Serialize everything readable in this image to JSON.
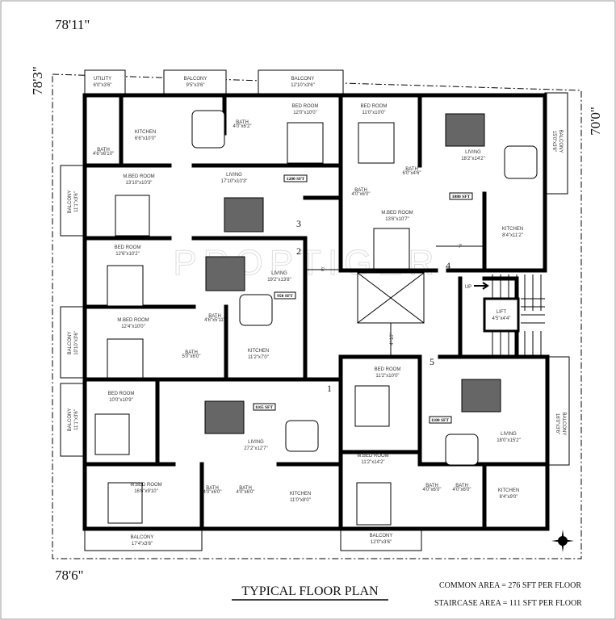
{
  "dimensions": {
    "top": "78'11\"",
    "left": "78'3\"",
    "right": "70'0\"",
    "bottom": "78'6\""
  },
  "watermark": "PROPTIGER",
  "title": "TYPICAL FLOOR PLAN",
  "notes": {
    "common_area": "COMMON AREA = 276 SFT PER FLOOR",
    "staircase_area": "STAIRCASE AREA = 111 SFT PER FLOOR"
  },
  "flat_a": {
    "area": "1200 SFT",
    "utility": {
      "name": "UTILITY",
      "size": "6'0\"x3'6\""
    },
    "balcony_top1": {
      "name": "BALCONY",
      "size": "9'5\"x3'6\""
    },
    "balcony_top2": {
      "name": "BALCONY",
      "size": "12'10\"x3'6\""
    },
    "kitchen": {
      "name": "KITCHEN",
      "size": "6'6\"x10'0\""
    },
    "bath1": {
      "name": "BATH",
      "size": "4'6\"x6'10\""
    },
    "bath2": {
      "name": "BATH",
      "size": "4'0\"x6'2\""
    },
    "bedroom": {
      "name": "BED ROOM",
      "size": "12'0\"x10'0\""
    },
    "master_bedroom": {
      "name": "M.BED ROOM",
      "size": "13'10\"x10'3\""
    },
    "living": {
      "name": "LIVING",
      "size": "17'10\"x10'3\""
    },
    "balcony_side": {
      "name": "BALCONY",
      "size": "11'1\"x3'6\""
    }
  },
  "flat_b": {
    "area": "1080 SFT",
    "bedroom": {
      "name": "BED ROOM",
      "size": "11'0\"x10'0\""
    },
    "living": {
      "name": "LIVING",
      "size": "18'2\"x14'2\""
    },
    "balcony": {
      "name": "BALCONY",
      "size": "15'0\"x3'6\""
    },
    "bath1": {
      "name": "BATH",
      "size": "6'0\"x4'6\""
    },
    "bath2": {
      "name": "BATH",
      "size": "4'0\"x6'0\""
    },
    "master_bedroom": {
      "name": "M.BED ROOM",
      "size": "13'6\"x10'7\""
    },
    "kitchen": {
      "name": "KITCHEN",
      "size": "8'4\"x11'2\""
    }
  },
  "flat_c": {
    "area": "950 SFT",
    "bedroom": {
      "name": "BED ROOM",
      "size": "12'6\"x10'2\""
    },
    "living": {
      "name": "LIVING",
      "size": "19'2\"x13'8\""
    },
    "master_bedroom": {
      "name": "M.BED ROOM",
      "size": "12'4\"x10'0\""
    },
    "balcony": {
      "name": "BALCONY",
      "size": "10'10\"x3'6\""
    },
    "bath1": {
      "name": "BATH",
      "size": "4'6\"x5'11\""
    },
    "bath2": {
      "name": "BATH",
      "size": "5'0\"x6'0\""
    },
    "kitchen": {
      "name": "KITCHEN",
      "size": "11'2\"x7'0\""
    }
  },
  "flat_d": {
    "area": "1165 SFT",
    "bedroom": {
      "name": "BED ROOM",
      "size": "10'0\"x10'9\""
    },
    "balcony_side": {
      "name": "BALCONY",
      "size": "11'1\"x3'6\""
    },
    "living": {
      "name": "LIVING",
      "size": "27'2\"x12'7\""
    },
    "master_bedroom": {
      "name": "M.BED ROOM",
      "size": "16'6\"x9'10\""
    },
    "bath1": {
      "name": "BATH",
      "size": "4'0\"x6'0\""
    },
    "bath2": {
      "name": "BATH",
      "size": "4'0\"x6'0\""
    },
    "kitchen": {
      "name": "KITCHEN",
      "size": "11'0\"x8'0\""
    },
    "balcony_bottom": {
      "name": "BALCONY",
      "size": "17'4\"x3'6\""
    }
  },
  "flat_e": {
    "area": "1100 SFT",
    "bedroom": {
      "name": "BED ROOM",
      "size": "11'2\"x10'0\""
    },
    "living": {
      "name": "LIVING",
      "size": "18'0\"x15'2\""
    },
    "balcony_side": {
      "name": "BALCONY",
      "size": "16'0\"x3'6\""
    },
    "master_bedroom": {
      "name": "M.BED ROOM",
      "size": "11'2\"x14'2\""
    },
    "bath1": {
      "name": "BATH",
      "size": "4'0\"x6'0\""
    },
    "bath2": {
      "name": "BATH",
      "size": "4'0\"x6'0\""
    },
    "kitchen": {
      "name": "KITCHEN",
      "size": "8'4\"x9'0\""
    },
    "balcony_bottom": {
      "name": "BALCONY",
      "size": "12'0\"x3'6\""
    }
  },
  "core": {
    "flat_numbers": [
      "1",
      "2",
      "3",
      "4",
      "5"
    ],
    "dim_5": "5'",
    "dim_7": "7'",
    "dim_4_10": "4'-10\"",
    "up": "UP",
    "lift": {
      "name": "LIFT",
      "size": "4'5\"x4'4\""
    }
  }
}
